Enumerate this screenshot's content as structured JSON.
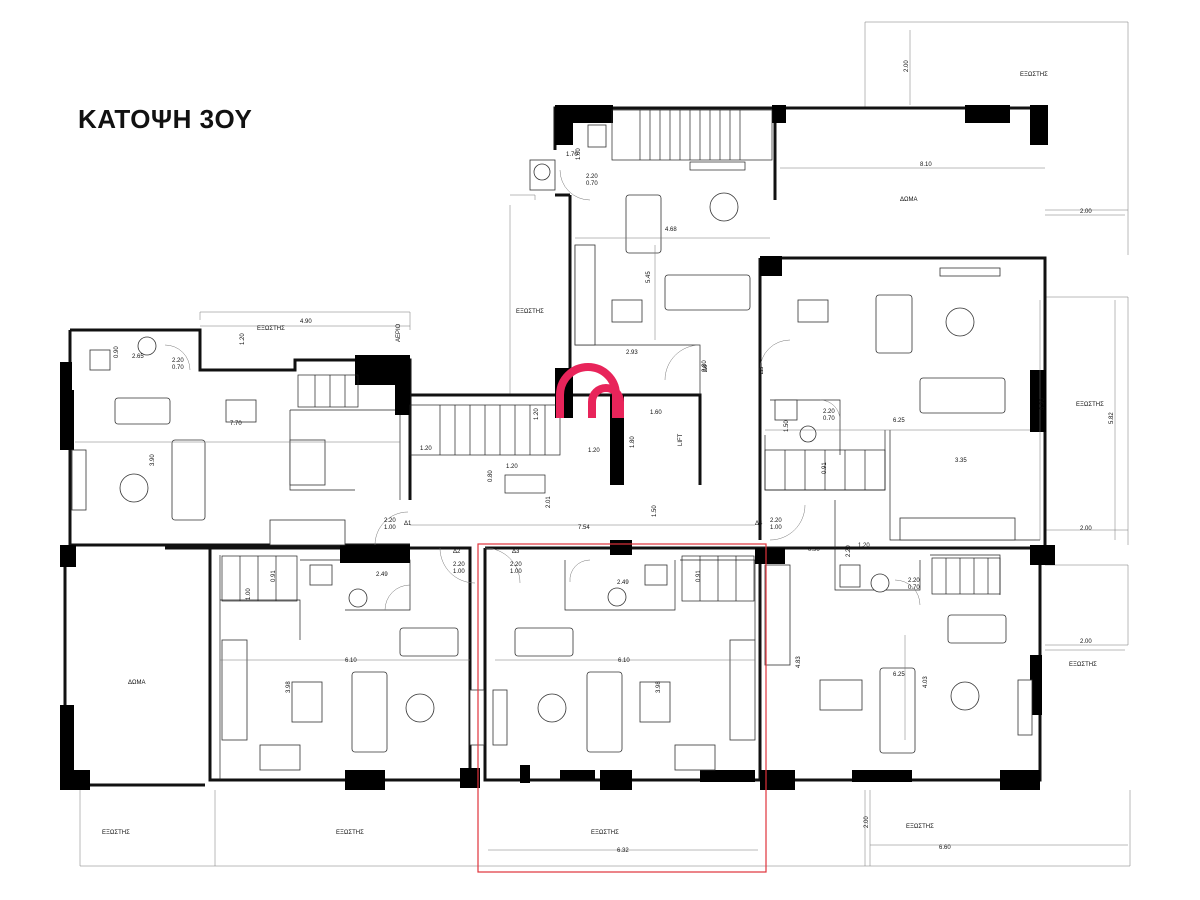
{
  "title": "ΚΑΤΟΨΗ 3ΟΥ",
  "brand_color": "#e8245a",
  "selection_color": "#e0333b",
  "labels": {
    "exterior": "ΕΞΩΣΤΗΣ",
    "roof": "ΔΩΜΑ",
    "lift": "LIFT",
    "air": "ΑΕΡΙΟ"
  },
  "spaces": [
    {
      "label": "ΕΞΩΣΤΗΣ"
    },
    {
      "label": "ΕΞΩΣΤΗΣ"
    },
    {
      "label": "ΕΞΩΣΤΗΣ"
    },
    {
      "label": "ΕΞΩΣΤΗΣ"
    },
    {
      "label": "ΕΞΩΣΤΗΣ"
    },
    {
      "label": "ΕΞΩΣΤΗΣ"
    },
    {
      "label": "ΕΞΩΣΤΗΣ"
    },
    {
      "label": "ΕΞΩΣΤΗΣ"
    },
    {
      "label": "ΕΞΩΣΤΗΣ"
    },
    {
      "label": "ΔΩΜΑ"
    },
    {
      "label": "ΔΩΜΑ"
    },
    {
      "label": "LIFT"
    },
    {
      "label": "ΑΕΡΙΟ"
    }
  ],
  "dimensions": [
    {
      "text": "2.00"
    },
    {
      "text": "8.10"
    },
    {
      "text": "2.00"
    },
    {
      "text": "4.68"
    },
    {
      "text": "5.45"
    },
    {
      "text": "1.70"
    },
    {
      "text": "1.60"
    },
    {
      "text": "2.20"
    },
    {
      "text": "0.70"
    },
    {
      "text": "4.90"
    },
    {
      "text": "1.20"
    },
    {
      "text": "2.65"
    },
    {
      "text": "0.90"
    },
    {
      "text": "2.20"
    },
    {
      "text": "0.70"
    },
    {
      "text": "7.70"
    },
    {
      "text": "3.90"
    },
    {
      "text": "2.93"
    },
    {
      "text": "0.80"
    },
    {
      "text": "1.20"
    },
    {
      "text": "1.60"
    },
    {
      "text": "1.80"
    },
    {
      "text": "1.20"
    },
    {
      "text": "1.20"
    },
    {
      "text": "1.20"
    },
    {
      "text": "0.80"
    },
    {
      "text": "2.01"
    },
    {
      "text": "1.50"
    },
    {
      "text": "7.54"
    },
    {
      "text": "6.25"
    },
    {
      "text": "3.35"
    },
    {
      "text": "8.90"
    },
    {
      "text": "5.82"
    },
    {
      "text": "2.00"
    },
    {
      "text": "2.20"
    },
    {
      "text": "0.70"
    },
    {
      "text": "1.50"
    },
    {
      "text": "0.91"
    },
    {
      "text": "0.90"
    },
    {
      "text": "1.20"
    },
    {
      "text": "2.20"
    },
    {
      "text": "2.20"
    },
    {
      "text": "0.70"
    },
    {
      "text": "2.00"
    },
    {
      "text": "2.49"
    },
    {
      "text": "6.10"
    },
    {
      "text": "3.98"
    },
    {
      "text": "0.91"
    },
    {
      "text": "1.00"
    },
    {
      "text": "2.49"
    },
    {
      "text": "6.10"
    },
    {
      "text": "3.98"
    },
    {
      "text": "0.91"
    },
    {
      "text": "4.83"
    },
    {
      "text": "6.25"
    },
    {
      "text": "4.03"
    },
    {
      "text": "6.32"
    },
    {
      "text": "2.00"
    },
    {
      "text": "6.60"
    },
    {
      "text": "2.20"
    },
    {
      "text": "1.00"
    },
    {
      "text": "2.20"
    },
    {
      "text": "1.00"
    },
    {
      "text": "2.20"
    },
    {
      "text": "1.00"
    },
    {
      "text": "2.20"
    },
    {
      "text": "1.00"
    }
  ],
  "openings": [
    {
      "text": "Δ1"
    },
    {
      "text": "Δ2"
    },
    {
      "text": "Δ3"
    },
    {
      "text": "Δ4"
    },
    {
      "text": "Δ5"
    },
    {
      "text": "Δ6"
    }
  ]
}
